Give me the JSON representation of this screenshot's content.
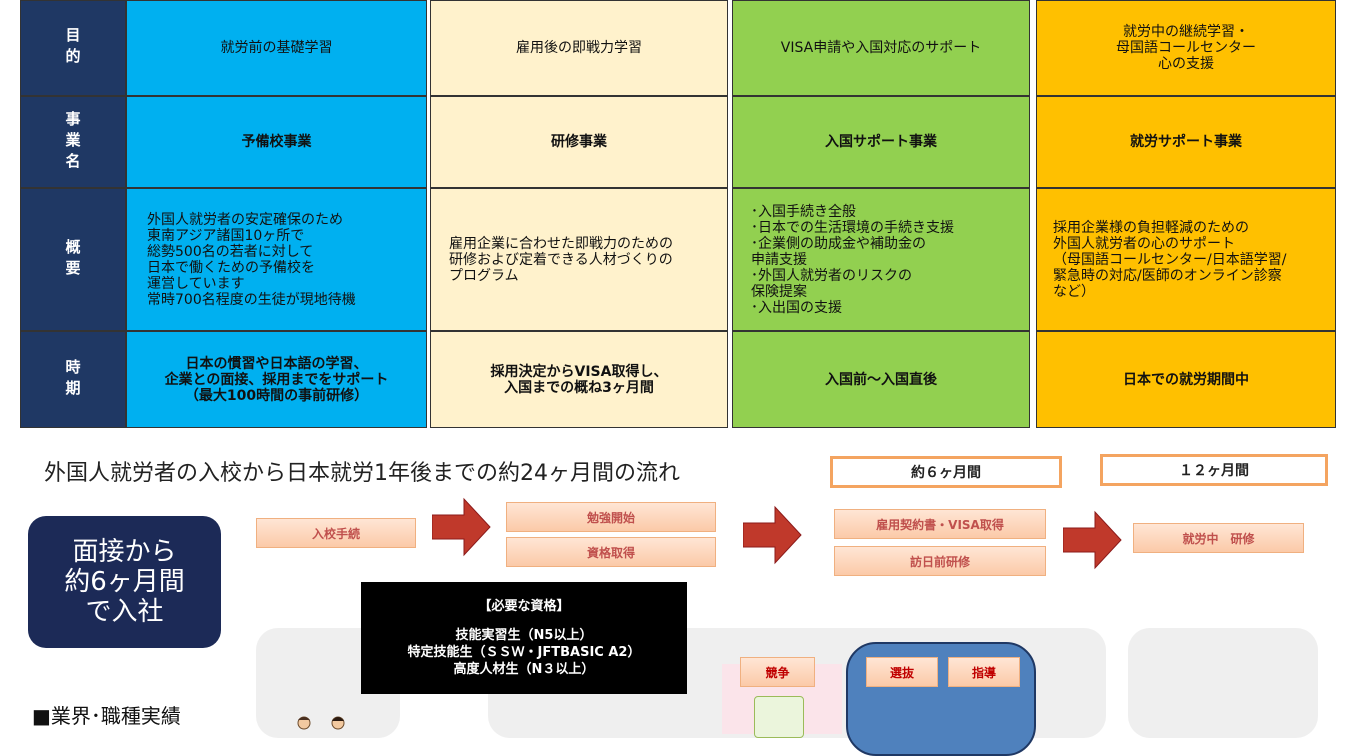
{
  "table": {
    "row_headers": [
      "目的",
      "事業名",
      "概要",
      "時期"
    ],
    "columns": [
      {
        "color": "#00b0f0",
        "purpose": "就労前の基礎学習",
        "name": "予備校事業",
        "summary": "外国人就労者の安定確保のため\n東南アジア諸国10ヶ所で\n総勢500名の若者に対して\n日本で働くための予備校を\n運営しています\n常時700名程度の生徒が現地待機",
        "timing": "日本の慣習や日本語の学習、\n企業との面接、採用までをサポート\n（最大100時間の事前研修）"
      },
      {
        "color": "#fff2cc",
        "purpose": "雇用後の即戦力学習",
        "name": "研修事業",
        "summary": "雇用企業に合わせた即戦力のための\n研修および定着できる人材づくりの\nプログラム",
        "timing": "採用決定からVISA取得し、\n入国までの概ね3ヶ月間"
      },
      {
        "color": "#92d050",
        "purpose": "VISA申請や入国対応のサポート",
        "name": "入国サポート事業",
        "summary": "･入国手続き全般\n･日本での生活環境の手続き支援\n･企業側の助成金や補助金の\n  申請支援\n･外国人就労者のリスクの\n  保険提案\n･入出国の支援",
        "timing": "入国前～入国直後"
      },
      {
        "color": "#ffc000",
        "purpose": "就労中の継続学習・\n母国語コールセンター\n心の支援",
        "name": "就労サポート事業",
        "summary": "採用企業様の負担軽減のための\n外国人就労者の心のサポート\n（母国語コールセンター/日本語学習/\n緊急時の対応/医師のオンライン診察\nなど）",
        "timing": "日本での就労期間中"
      }
    ]
  },
  "flow": {
    "title": "外国人就労者の入校から日本就労1年後までの約24ヶ月間の流れ",
    "period_1": "約６ヶ月間",
    "period_2": "１２ヶ月間",
    "interview": "面接から\n約6ヶ月間\nで入社",
    "steps": {
      "enroll": "入校手続",
      "study_start": "勉強開始",
      "qualification": "資格取得",
      "contract_visa": "雇用契約書・VISA取得",
      "pre_visit_training": "訪日前研修",
      "working_training": "就労中　研修"
    },
    "requirements": {
      "title": "【必要な資格】",
      "lines": [
        "技能実習生（N5以上）",
        "特定技能生（ＳＳＷ・JFTBASIC A2）",
        "高度人材生（N３以上）"
      ]
    }
  },
  "bottom": {
    "tags": {
      "compete": "競争",
      "select": "選抜",
      "guide": "指導"
    },
    "industry_heading": "■業界･職種実績"
  }
}
